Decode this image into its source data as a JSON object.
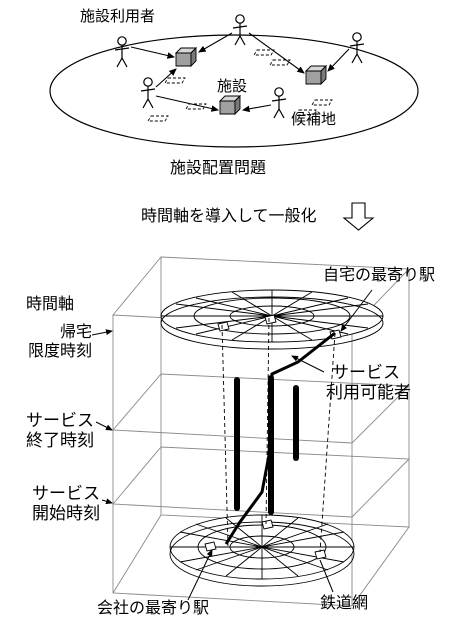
{
  "top": {
    "facility_users_label": "施設利用者",
    "facility_label": "施設",
    "candidate_site_label": "候補地",
    "caption": "施設配置問題"
  },
  "transition": {
    "label": "時間軸を導入して一般化"
  },
  "bottom": {
    "time_axis_label": "時間軸",
    "return_limit_label": [
      "帰宅",
      "限度時刻"
    ],
    "service_end_label": [
      "サービス",
      "終了時刻"
    ],
    "service_start_label": [
      "サービス",
      "開始時刻"
    ],
    "home_station_label": "自宅の最寄り駅",
    "service_user_label": [
      "サービス",
      "利用可能者"
    ],
    "office_station_label": "会社の最寄り駅",
    "rail_network_label": "鉄道網"
  },
  "colors": {
    "line": "#000000",
    "grid": "#8a8a8a",
    "box_top": "#d8d8d8",
    "box_front": "#a0a0a0",
    "box_side": "#7a7a7a",
    "arrow_fill": "#ffffff"
  }
}
